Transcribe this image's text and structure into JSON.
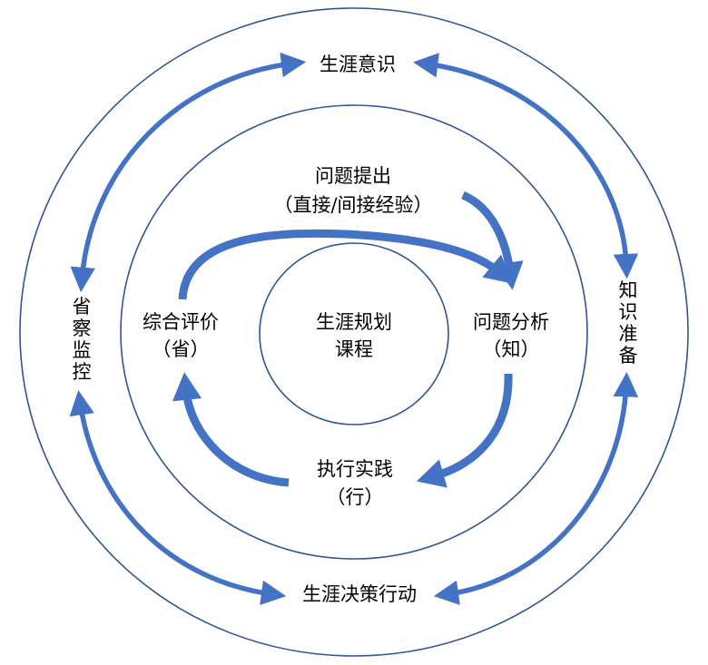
{
  "colors": {
    "ring_stroke": "#2F5597",
    "arrow": "#4472C4",
    "text": "#000000",
    "background": "#FFFFFF"
  },
  "center": {
    "lines": [
      "生涯规划",
      "课程"
    ]
  },
  "inner_cycle": {
    "top": {
      "lines": [
        "问题提出",
        "（直接/间接经验）"
      ]
    },
    "right": {
      "lines": [
        "问题分析",
        "（知）"
      ]
    },
    "bottom": {
      "lines": [
        "执行实践",
        "（行）"
      ]
    },
    "left": {
      "lines": [
        "综合评价",
        "（省）"
      ]
    },
    "flow": [
      "问题提出 → 问题分析",
      "综合评价 → 问题分析",
      "问题分析 → 执行实践",
      "执行实践 → 综合评价"
    ]
  },
  "outer_cycle": {
    "top": {
      "text": "生涯意识"
    },
    "right": {
      "chars": [
        "知",
        "识",
        "准",
        "备"
      ]
    },
    "bottom": {
      "text": "生涯决策行动"
    },
    "left": {
      "chars": [
        "省",
        "察",
        "监",
        "控"
      ]
    },
    "links": [
      "省察监控 ↔ 生涯意识",
      "生涯意识 ↔ 知识准备",
      "省察监控 ↔ 生涯决策行动",
      "知识准备 ↔ 生涯决策行动"
    ]
  }
}
